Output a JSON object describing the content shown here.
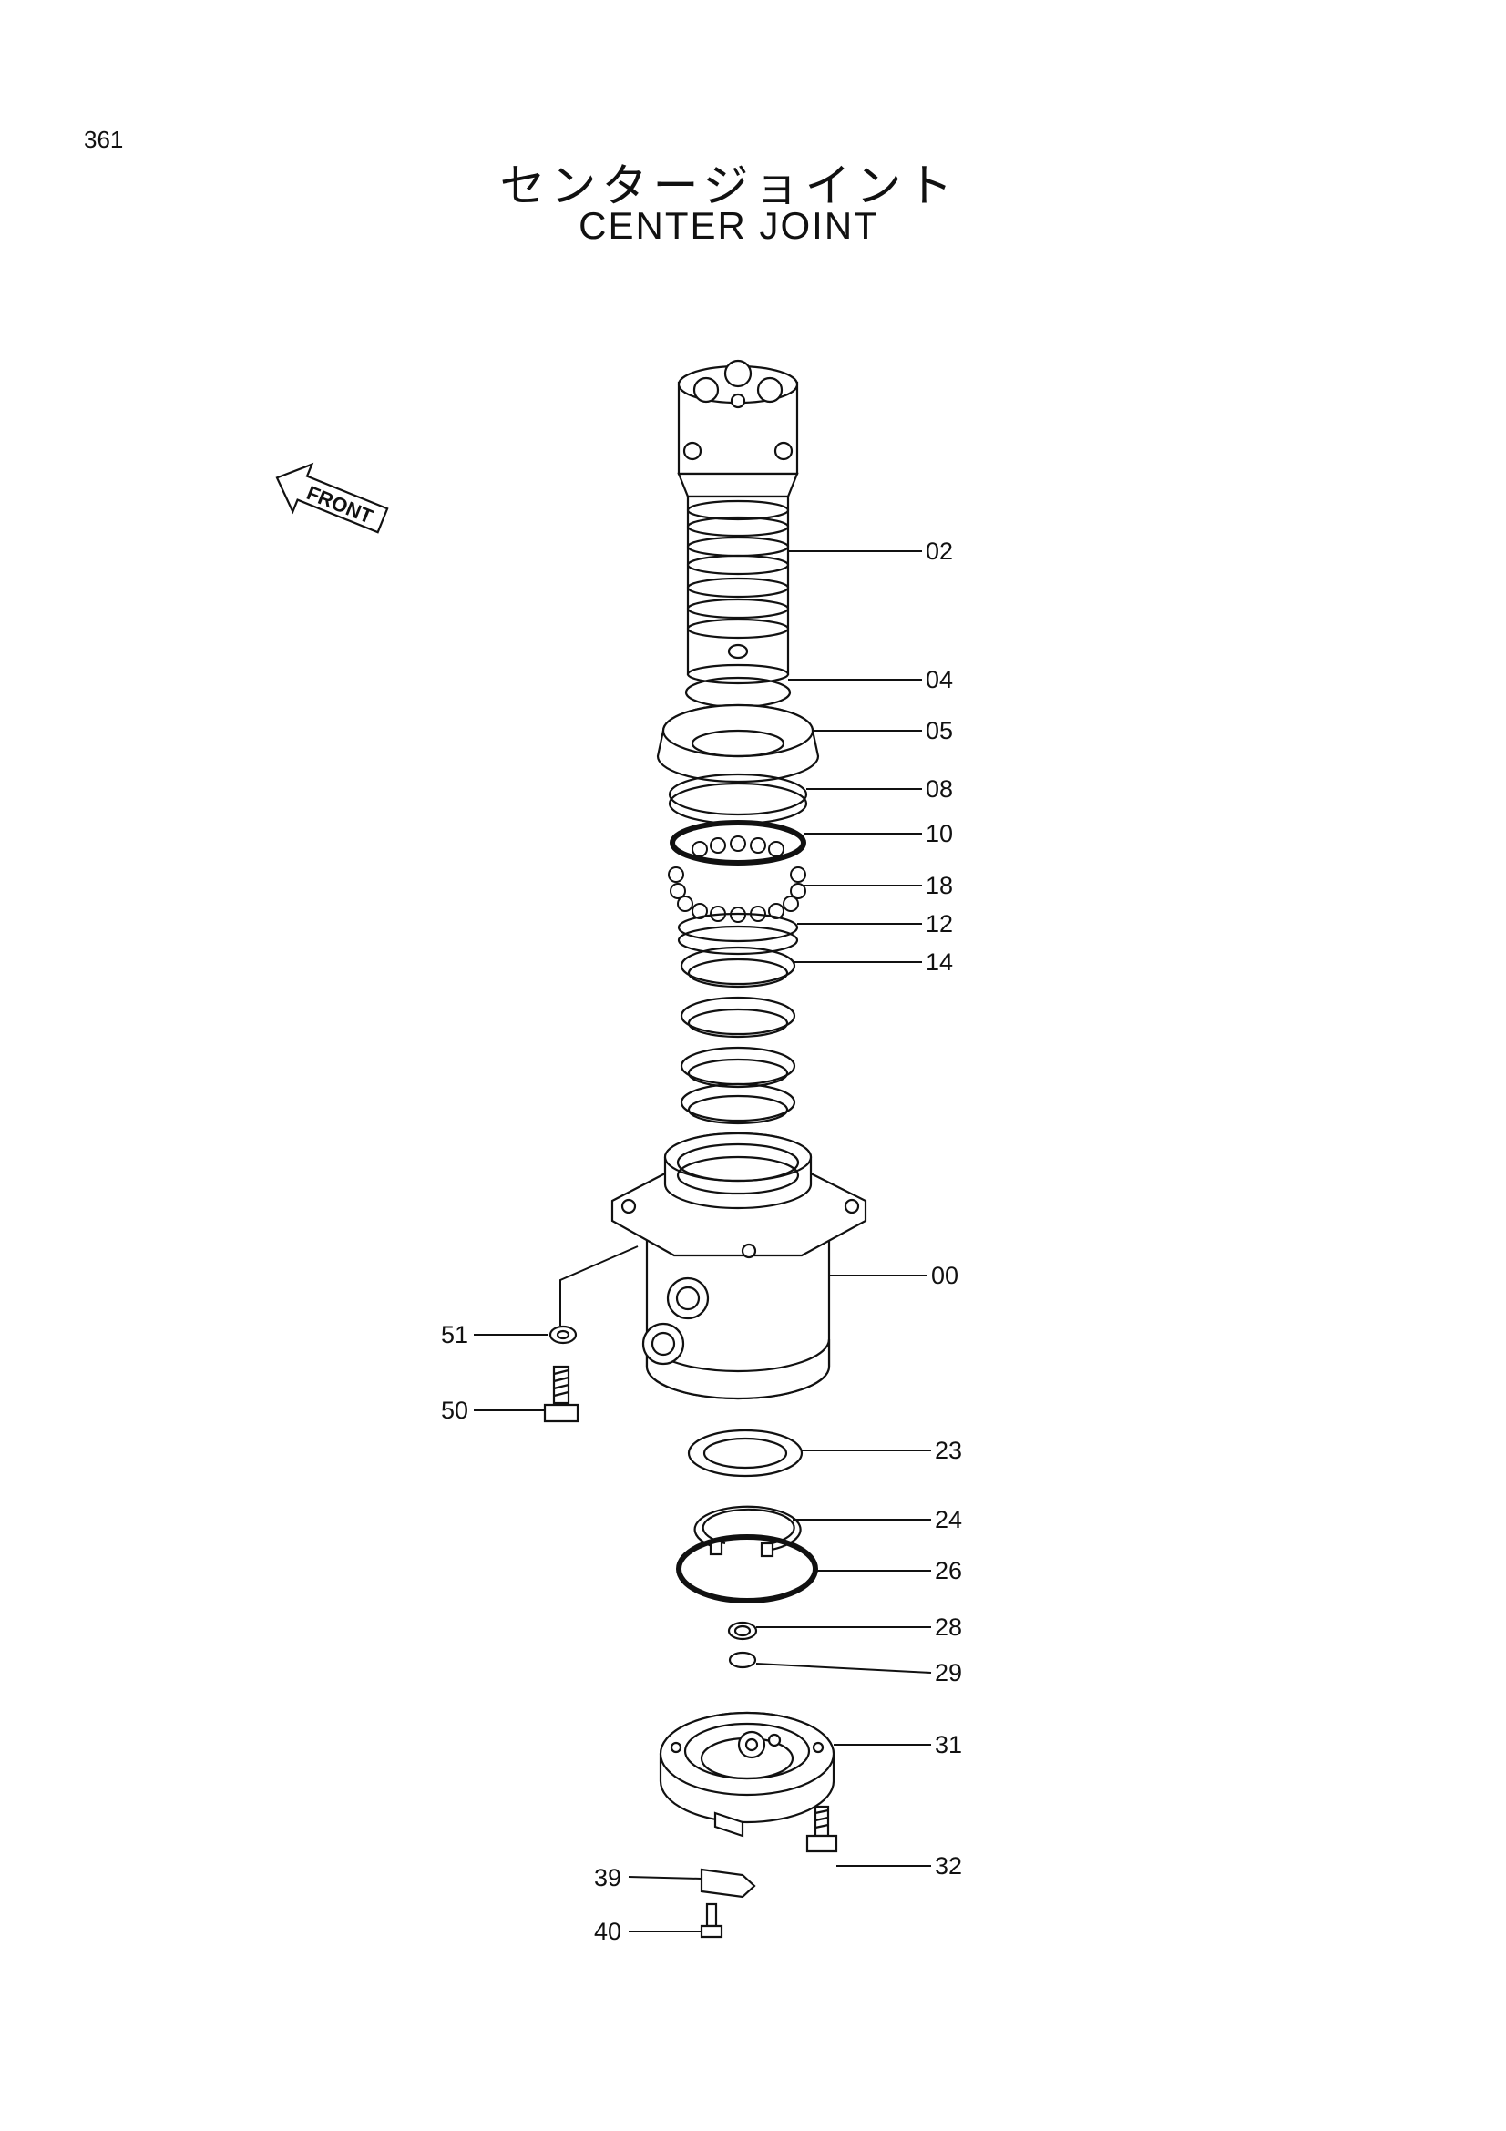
{
  "page": {
    "number": "361"
  },
  "title": {
    "japanese": "センタージョイント",
    "english": "CENTER JOINT"
  },
  "direction_marker": {
    "label": "FRONT",
    "icon": "arrow-left-icon"
  },
  "parts": [
    {
      "id": "02"
    },
    {
      "id": "04"
    },
    {
      "id": "05"
    },
    {
      "id": "08"
    },
    {
      "id": "10"
    },
    {
      "id": "18"
    },
    {
      "id": "12"
    },
    {
      "id": "14"
    },
    {
      "id": "00"
    },
    {
      "id": "51"
    },
    {
      "id": "50"
    },
    {
      "id": "23"
    },
    {
      "id": "24"
    },
    {
      "id": "26"
    },
    {
      "id": "28"
    },
    {
      "id": "29"
    },
    {
      "id": "31"
    },
    {
      "id": "32"
    },
    {
      "id": "39"
    },
    {
      "id": "40"
    }
  ]
}
